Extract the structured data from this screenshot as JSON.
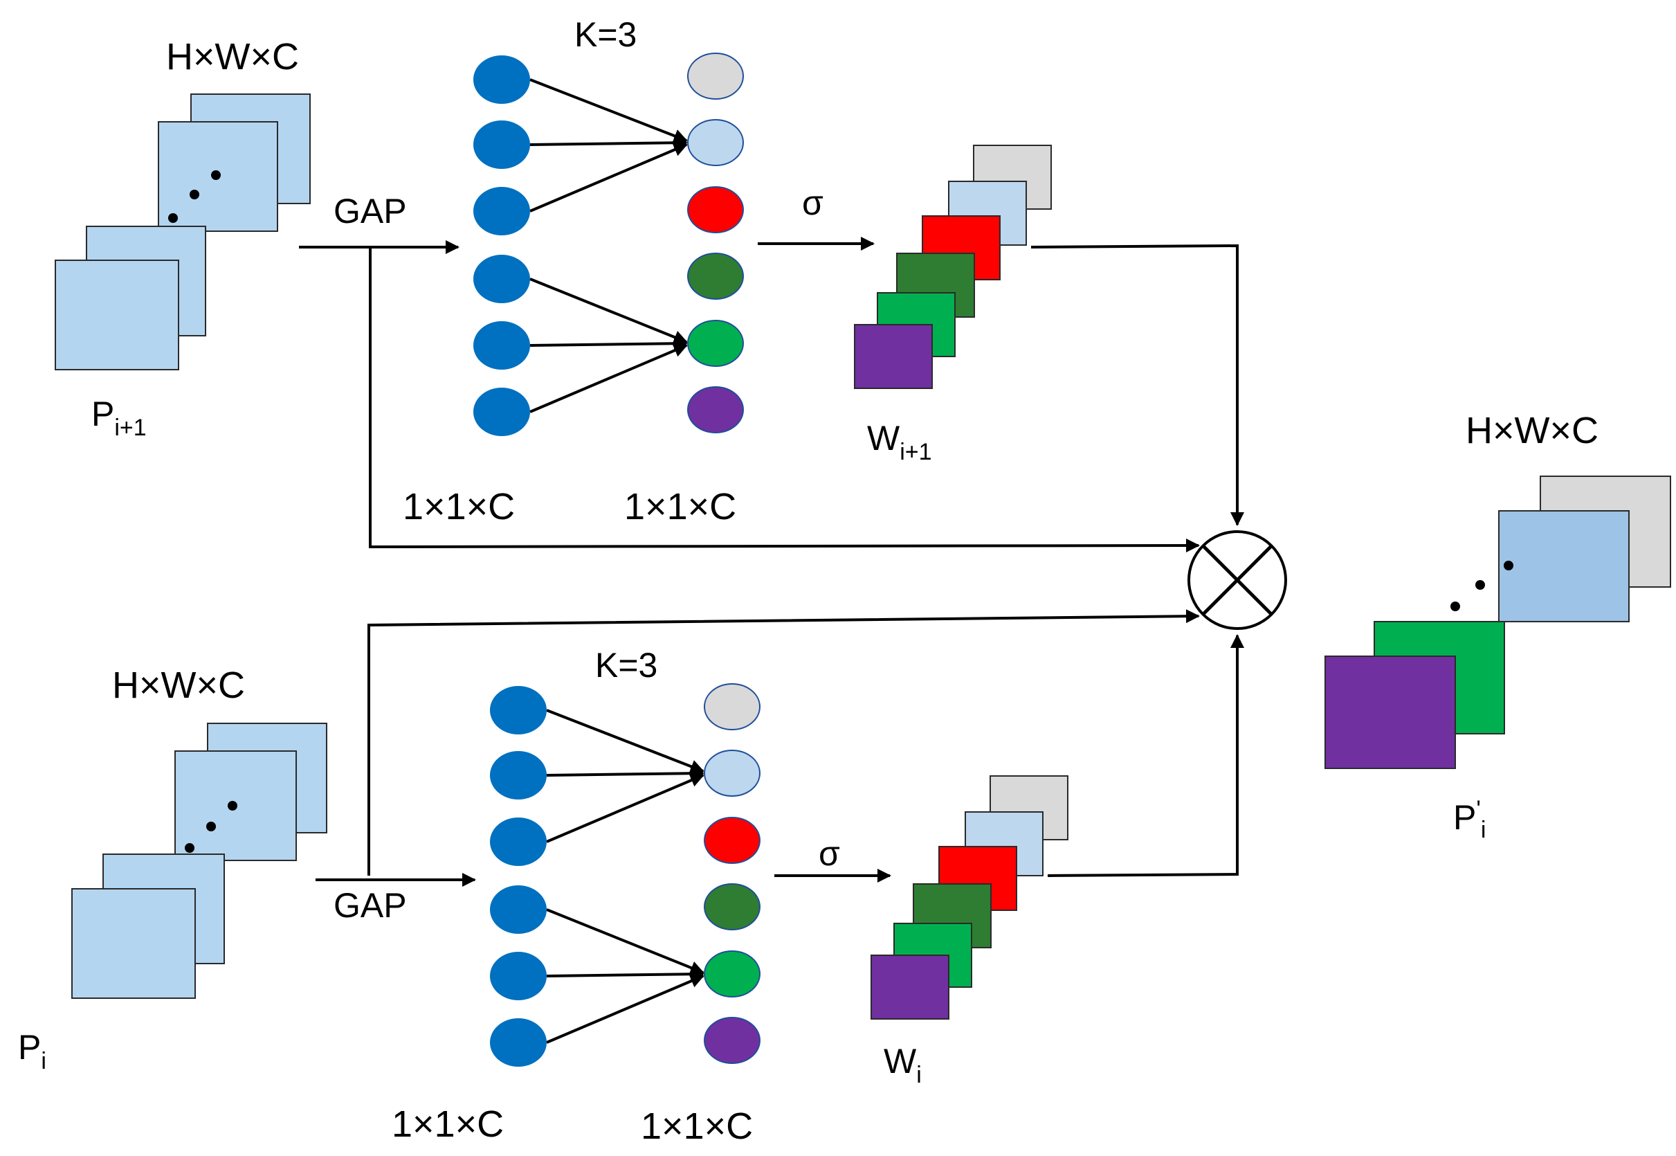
{
  "colors": {
    "tile_light_blue": "#b4d5f0",
    "tile_blue": "#9dc3e6",
    "node_blue": "#0070c0",
    "gray": "#d9d9d9",
    "light_blue": "#bdd7ee",
    "red": "#ff0000",
    "dark_green": "#2e7d32",
    "green": "#00b050",
    "purple": "#7030a0"
  },
  "top": {
    "input_dims": "H×W×C",
    "input_name": "P",
    "input_sub": "i+1",
    "gap": "GAP",
    "k": "K=3",
    "left_col_dims": "1×1×C",
    "right_col_dims": "1×1×C",
    "sigma": "σ",
    "weight_name": "W",
    "weight_sub": "i+1"
  },
  "bottom": {
    "input_dims": "H×W×C",
    "input_name": "P",
    "input_sub": "i",
    "gap": "GAP",
    "k": "K=3",
    "left_col_dims": "1×1×C",
    "right_col_dims": "1×1×C",
    "sigma": "σ",
    "weight_name": "W",
    "weight_sub": "i"
  },
  "output": {
    "dims": "H×W×C",
    "name": "P",
    "prime": "'",
    "sub": "i"
  },
  "operator": {
    "symbol": "multiply-circle"
  }
}
